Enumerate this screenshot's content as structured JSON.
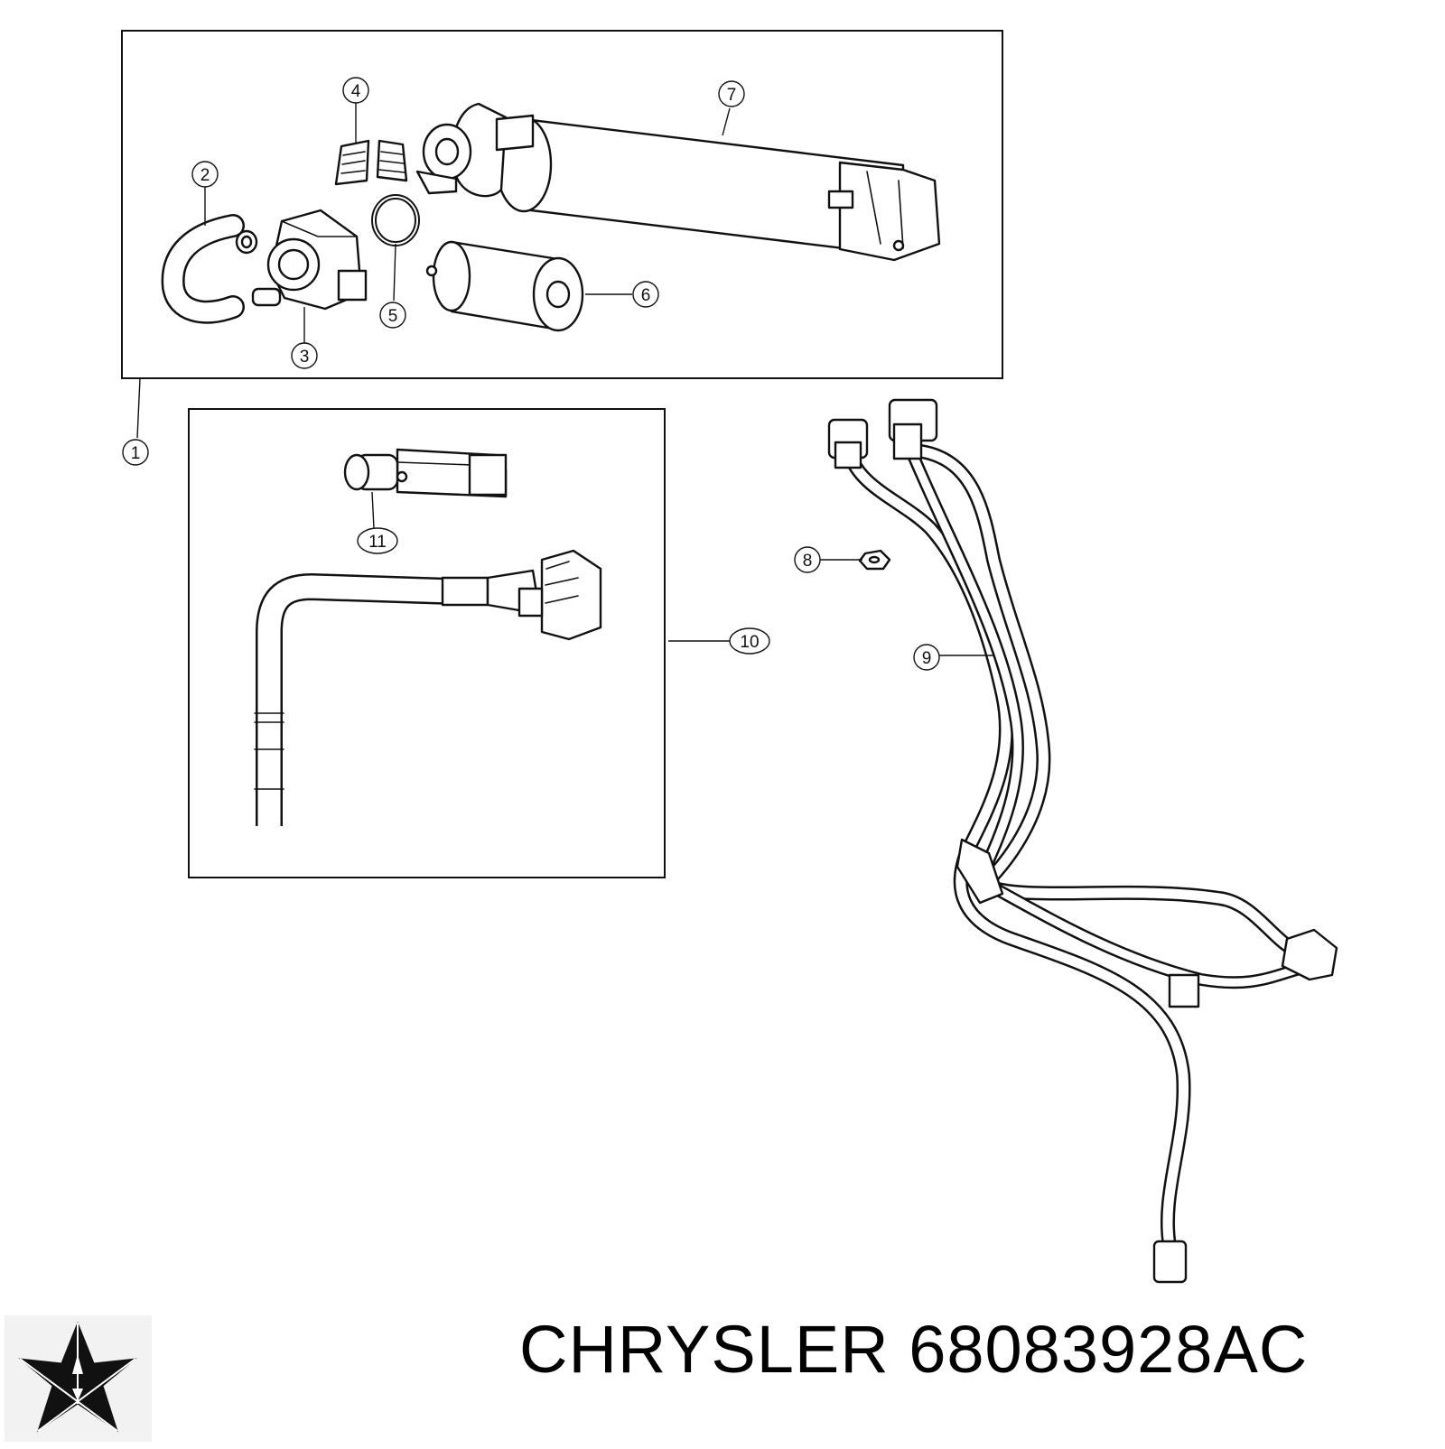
{
  "brand": "CHRYSLER",
  "part_number": "68083928AC",
  "logo_icon": "chrysler-pentastar-icon",
  "callouts": [
    "1",
    "2",
    "3",
    "4",
    "5",
    "6",
    "7",
    "8",
    "9",
    "10",
    "11"
  ],
  "colors": {
    "line": "#111111",
    "background": "#ffffff"
  }
}
